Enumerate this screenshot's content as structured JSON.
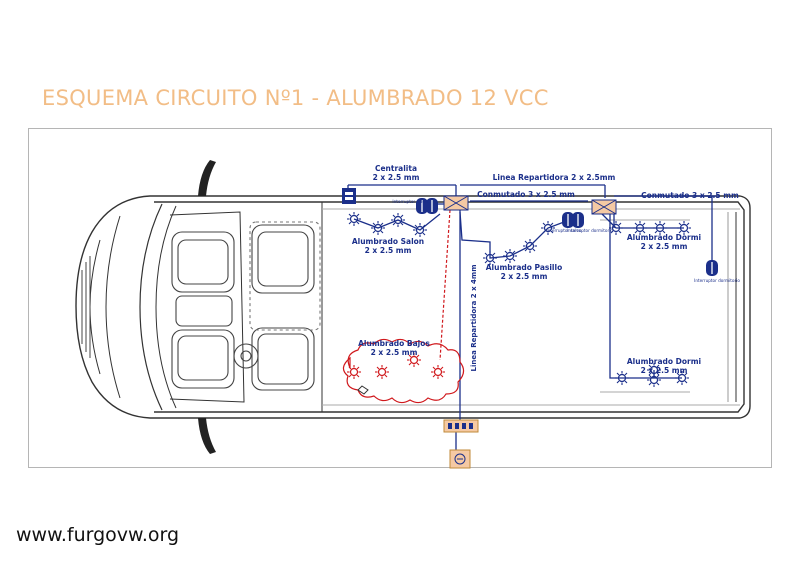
{
  "title": "ESQUEMA CIRCUITO Nº1 - ALUMBRADO 12 VCC",
  "website": "www.furgovw.org",
  "labels": {
    "centralita": "Centralita",
    "centralita_cable": "2 x 2.5 mm",
    "linea_rep_top": "Linea Repartidora 2 x 2.5mm",
    "conmutado_1": "Conmutado 3 x 2.5 mm",
    "conmutado_2": "Conmutado 3 x 2.5 mm",
    "interruptor_salon": "Interruptor salon",
    "interruptor_salon2": "Interruptor salon",
    "interruptor_dormitorio": "Interruptor dormitorio",
    "interruptor_dormitorio2": "Interruptor dormitorio",
    "alumbrado_salon": "Alumbrado Salon",
    "alumbrado_salon_cable": "2 x 2.5 mm",
    "alumbrado_pasillo": "Alumbrado Pasillo",
    "alumbrado_pasillo_cable": "2 x 2.5 mm",
    "alumbrado_dormi_1": "Alumbrado Dormi",
    "alumbrado_dormi_1_cable": "2 x 2.5 mm",
    "alumbrado_dormi_2": "Alumbrado Dormi",
    "alumbrado_dormi_2_cable": "2 x 2.5 mm",
    "alumbrado_bajos": "Alumbrado Bajos",
    "alumbrado_bajos_cable": "2 x 2.5 mm",
    "linea_rep_vertical": "Linea Repartidora 2 x 4mm"
  },
  "colors": {
    "title": "#f2bd86",
    "wire": "#1b2f8a",
    "red_circuit": "#d0181c",
    "junction": "#f5c9a3",
    "van_line": "#333333"
  },
  "icons": [
    "control-unit-icon",
    "switch-icon",
    "junction-box-icon",
    "light-bulb-icon",
    "battery-icon",
    "fuse-block-icon"
  ]
}
